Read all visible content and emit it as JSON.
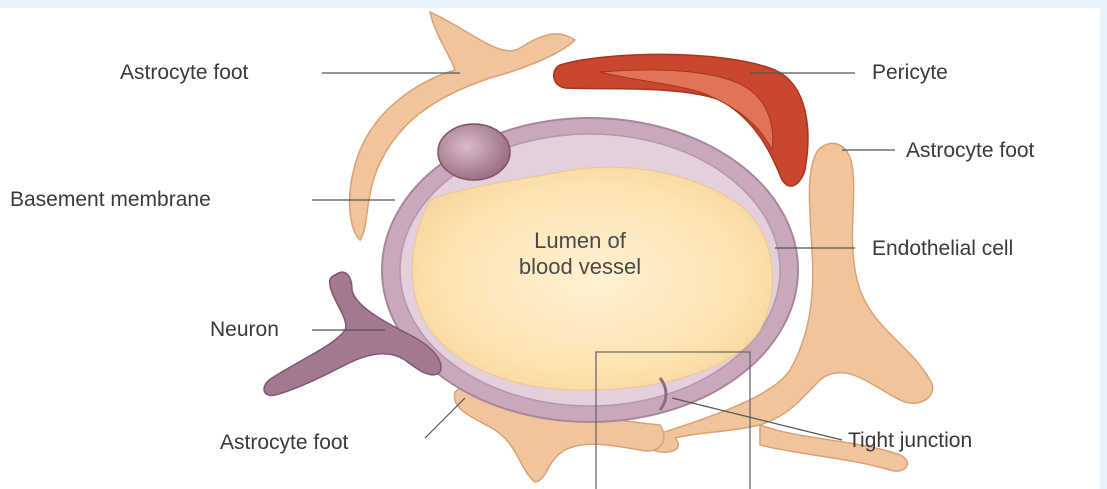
{
  "labels": {
    "astrocyte_foot_top_left": "Astrocyte foot",
    "pericyte": "Pericyte",
    "astrocyte_foot_right": "Astrocyte foot",
    "basement_membrane": "Basement membrane",
    "endothelial_cell": "Endothelial cell",
    "lumen_line1": "Lumen of",
    "lumen_line2": "blood vessel",
    "neuron": "Neuron",
    "astrocyte_foot_bottom": "Astrocyte foot",
    "tight_junction": "Tight junction"
  },
  "colors": {
    "astrocyte": "#f0c49c",
    "astrocyte_edge": "#d9a274",
    "pericyte": "#c9472f",
    "pericyte_inner": "#e0735a",
    "endothelium": "#c3a3b5",
    "basement": "#d8c4d1",
    "lumen": "#fde6b8",
    "neuron": "#a27990",
    "nucleus": "#9b6b7d",
    "leader": "#555555"
  }
}
